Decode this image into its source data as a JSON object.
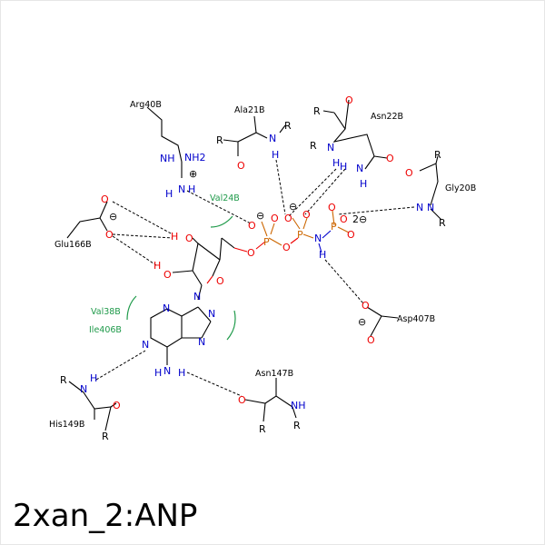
{
  "title": "2xan_2:ANP",
  "residues": {
    "arg40b": "Arg40B",
    "ala21b": "Ala21B",
    "asn22b": "Asn22B",
    "gly20b": "Gly20B",
    "glu166b": "Glu166B",
    "asp407b": "Asp407B",
    "asn147b": "Asn147B",
    "his149b": "His149B"
  },
  "hydrophobic": {
    "val24b": "Val24B",
    "val38b": "Val38B",
    "ile406b": "Ile406B"
  },
  "atoms": {
    "R": "R",
    "N": "N",
    "H": "H",
    "O": "O",
    "P": "P",
    "NH": "NH",
    "NH2": "NH2",
    "HN": "HN",
    "HO": "HO",
    "charge_plus": "⊕",
    "charge_minus": "⊖",
    "charge_2minus": "2⊖"
  }
}
